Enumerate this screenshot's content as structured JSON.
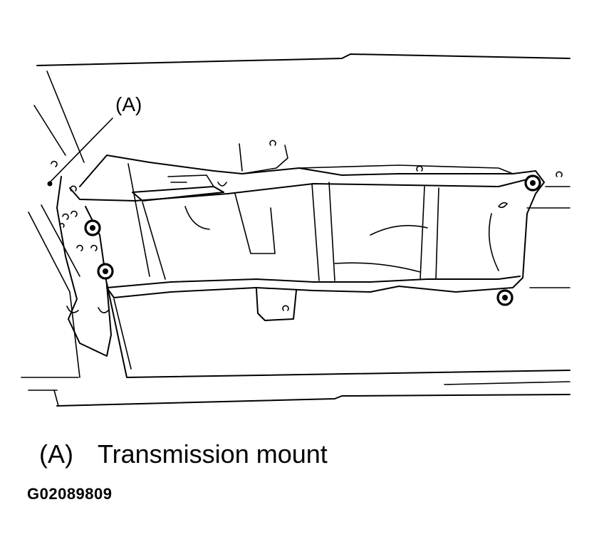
{
  "callout": {
    "letter": "(A)"
  },
  "legend": [
    {
      "letter": "(A)",
      "description": "Transmission mount"
    }
  ],
  "figure_id": "G02089809"
}
